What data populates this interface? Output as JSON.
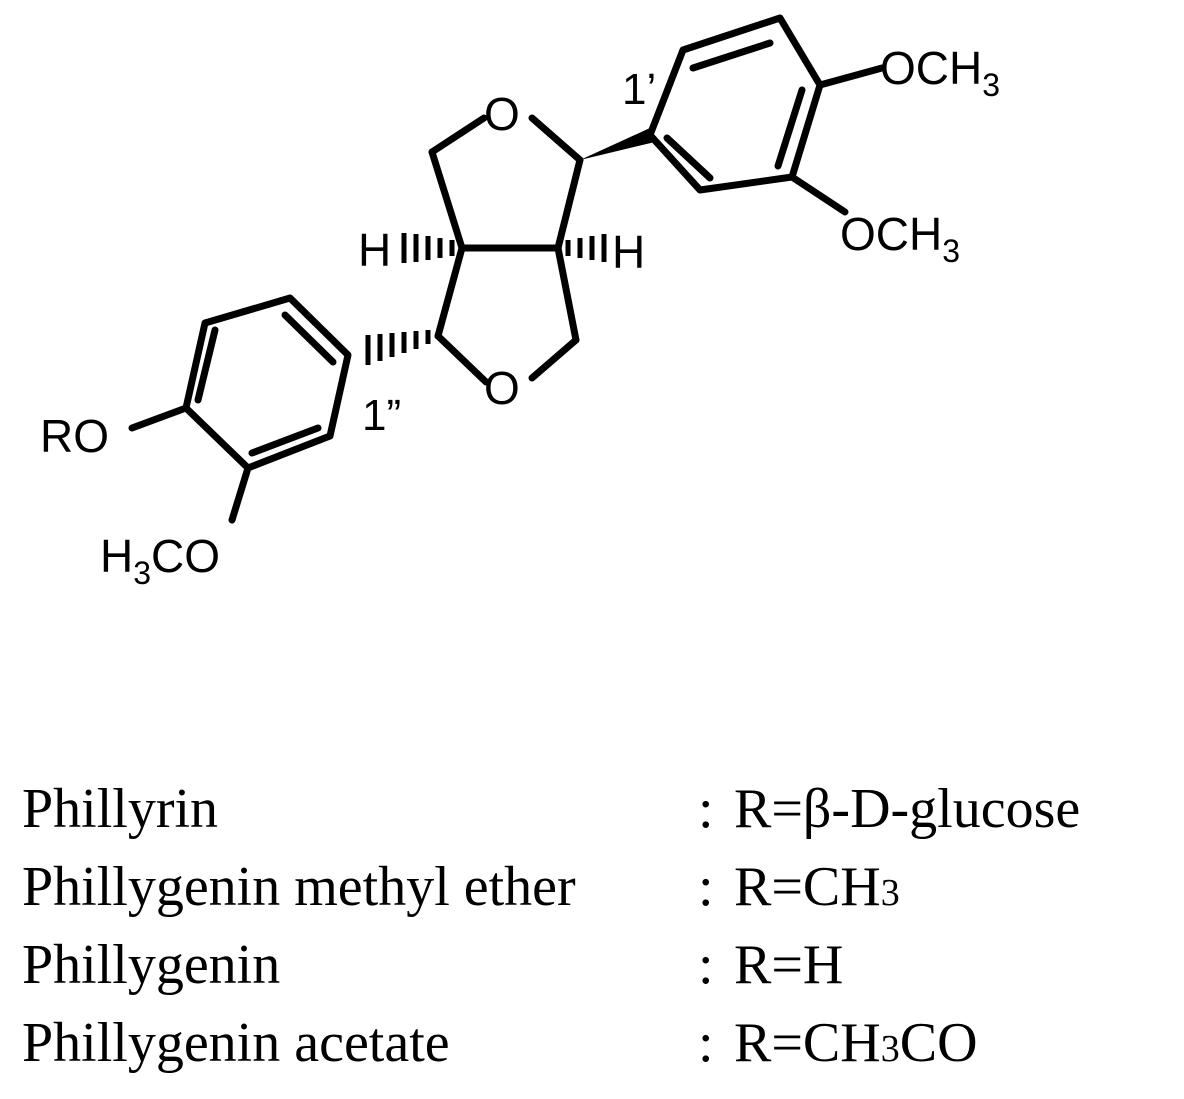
{
  "structure": {
    "labels": {
      "ome_top": "OCH",
      "ome_top_sub": "3",
      "ome_right": "OCH",
      "ome_right_sub": "3",
      "ome_bottom_pre": "H",
      "ome_bottom_sub": "3",
      "ome_bottom_post": "CO",
      "ro": "RO",
      "ring_o_top": "O",
      "ring_o_bottom": "O",
      "h_left": "H",
      "h_right": "H",
      "locant_1p": "1’",
      "locant_1pp": "1”"
    }
  },
  "compounds": [
    {
      "name": "Phillyrin",
      "separator": ":",
      "r_prefix": "R=β-D-glucose",
      "r_sub": "",
      "r_suffix": ""
    },
    {
      "name": "Phillygenin methyl ether",
      "separator": ":",
      "r_prefix": "R=CH",
      "r_sub": "3",
      "r_suffix": ""
    },
    {
      "name": "Phillygenin",
      "separator": ":",
      "r_prefix": "R=H",
      "r_sub": "",
      "r_suffix": ""
    },
    {
      "name": "Phillygenin acetate",
      "separator": ":",
      "r_prefix": "R=CH",
      "r_sub": "3",
      "r_suffix": "CO"
    }
  ]
}
